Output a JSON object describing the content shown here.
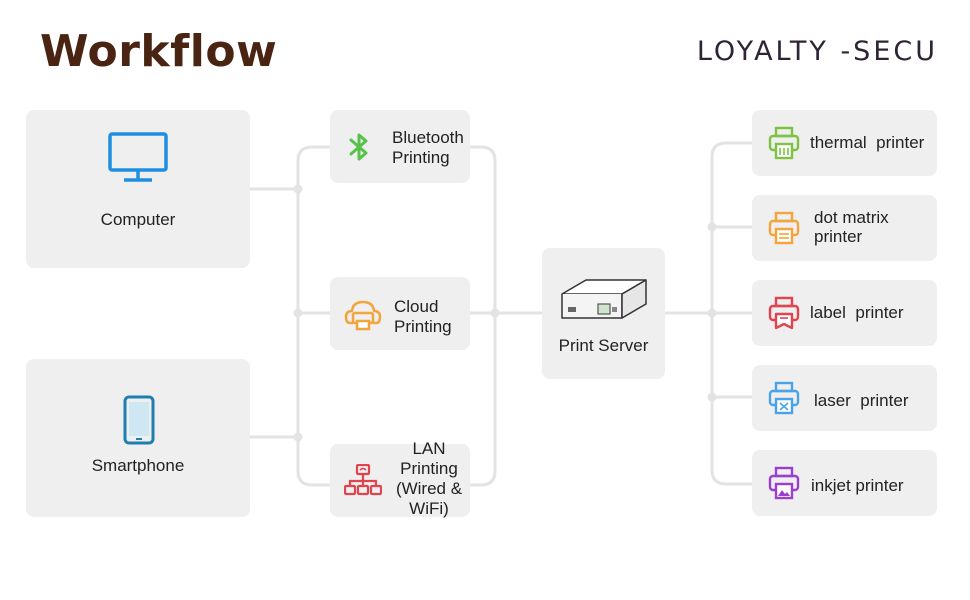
{
  "header": {
    "title": "Workflow",
    "brand": "LOYALTY -SECU"
  },
  "sources": [
    {
      "label": "Computer",
      "icon": "monitor-icon"
    },
    {
      "label": "Smartphone",
      "icon": "tablet-icon"
    }
  ],
  "methods": [
    {
      "label": "Bluetooth Printing",
      "icon": "bluetooth-icon"
    },
    {
      "label": "Cloud Printing",
      "icon": "cloud-printer-icon"
    },
    {
      "label": "LAN Printing (Wired & WiFi)",
      "icon": "network-icon"
    }
  ],
  "server": {
    "label": "Print Server",
    "icon": "print-server-icon"
  },
  "printers": [
    {
      "label": "thermal  printer",
      "icon": "printer-icon",
      "color": "#7dc242"
    },
    {
      "label": "dot matrix printer",
      "icon": "printer-icon",
      "color": "#f3a43b"
    },
    {
      "label": "label  printer",
      "icon": "printer-icon",
      "color": "#e0454f"
    },
    {
      "label": "laser  printer",
      "icon": "printer-icon",
      "color": "#4aa3e8"
    },
    {
      "label": "inkjet printer",
      "icon": "printer-icon",
      "color": "#9b3fcf"
    }
  ],
  "colors": {
    "connector": "#e3e3e3",
    "box": "#efefef",
    "bluetooth": "#57c24a",
    "cloud": "#f3a43b",
    "lan": "#e0454f",
    "device": "#1e8fe0"
  }
}
